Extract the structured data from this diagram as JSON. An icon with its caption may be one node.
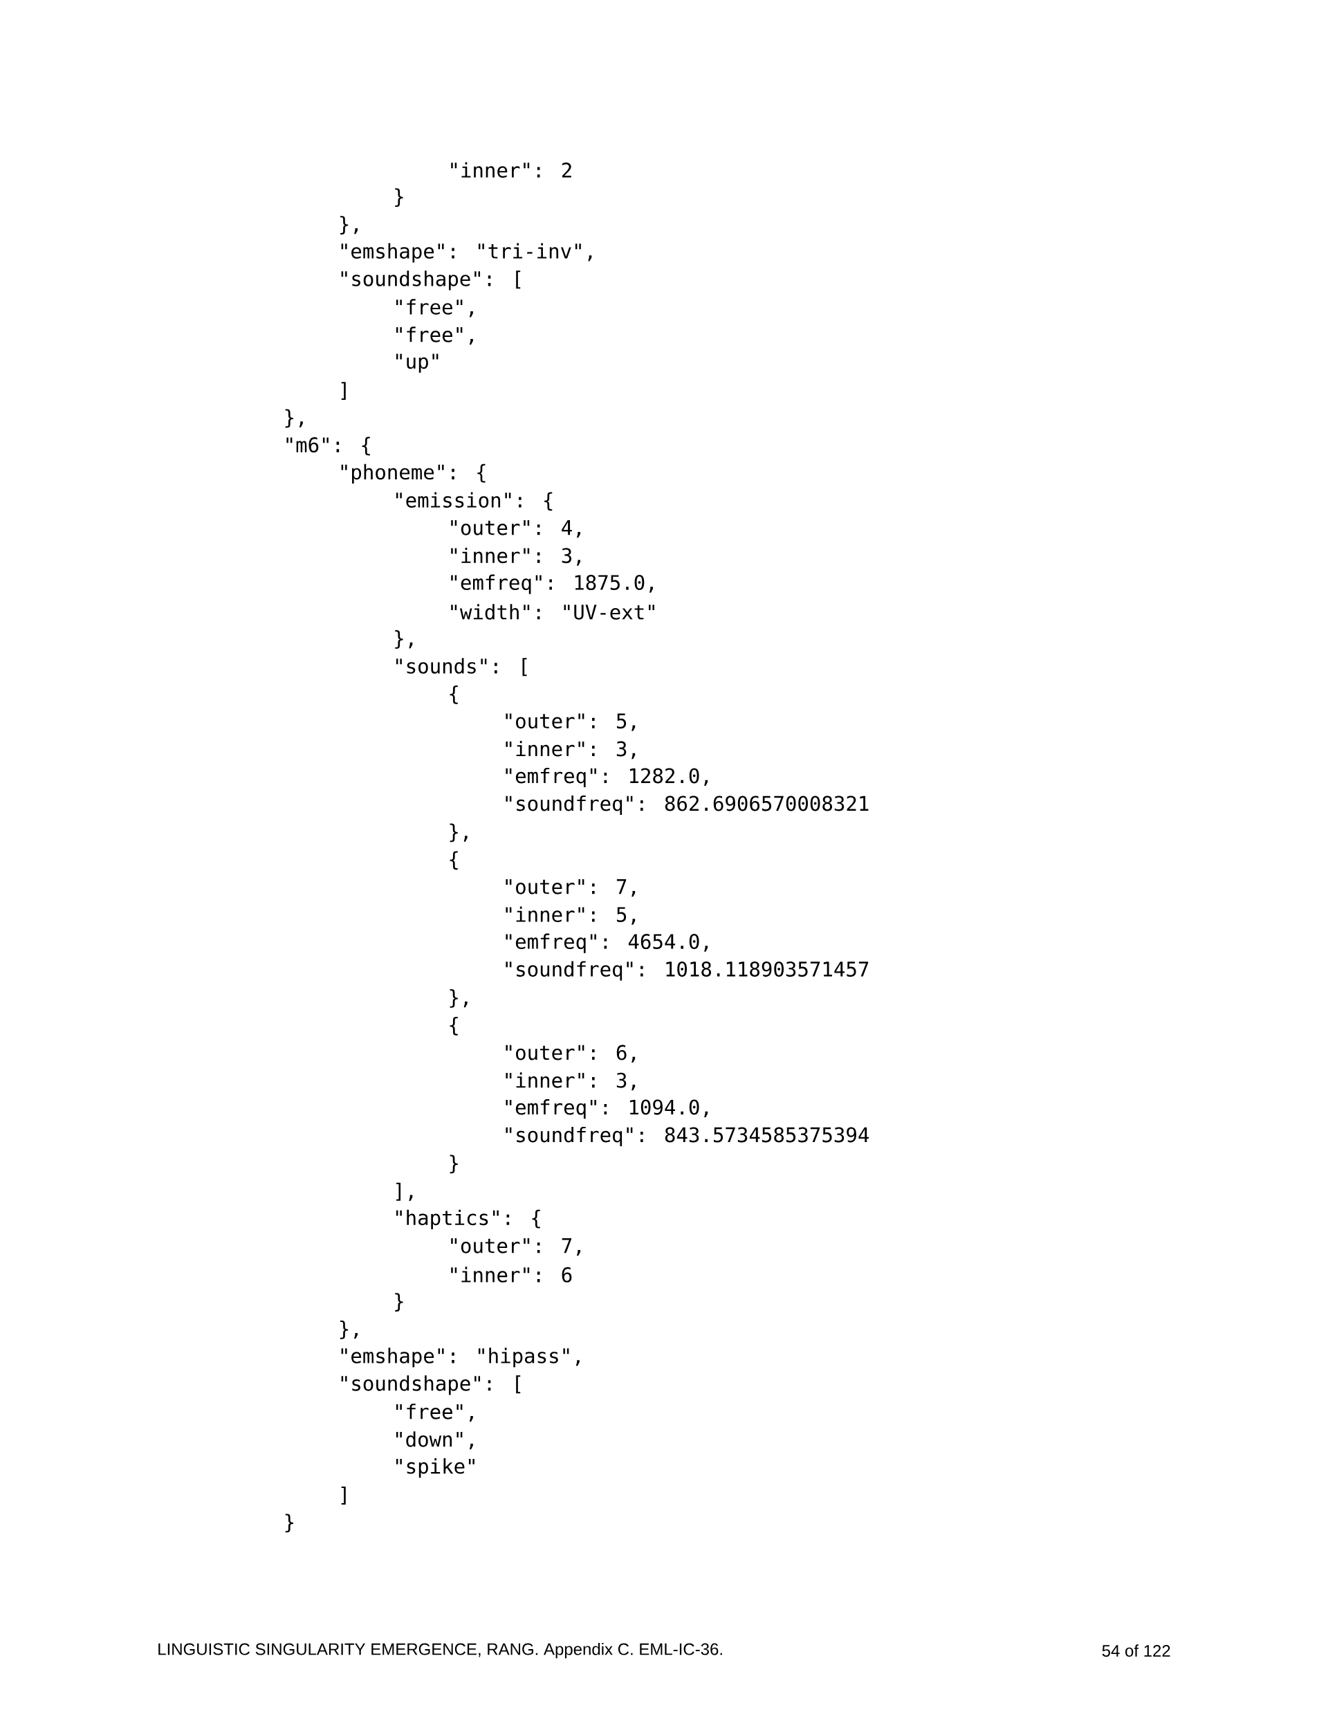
{
  "diagram": {
    "labels": [
      "\"inner\": 2",
      "}",
      "},",
      "\"emshape\": \"tri-inv\",",
      "\"soundshape\": [",
      "\"free\",",
      "\"free\",",
      "\"up\"",
      "]",
      "},",
      "\"m6\": {",
      "\"phoneme\": {",
      "\"emission\": {",
      "\"outer\": 4,",
      "\"inner\": 3,",
      "\"emfreq\": 1875.0,",
      "\"width\": \"UV-ext\"",
      "},",
      "\"sounds\": [",
      "{",
      "\"outer\": 5,",
      "\"inner\": 3,",
      "\"emfreq\": 1282.0,",
      "\"soundfreq\": 862.6906570008321",
      "},",
      "{",
      "\"outer\": 7,",
      "\"inner\": 5,",
      "\"emfreq\": 4654.0,",
      "\"soundfreq\": 1018.118903571457",
      "},",
      "{",
      "\"outer\": 6,",
      "\"inner\": 3,",
      "\"emfreq\": 1094.0,",
      "\"soundfreq\": 843.5734585375394",
      "}",
      "],",
      "\"haptics\": {",
      "\"outer\": 7,",
      "\"inner\": 6",
      "}",
      "},",
      "\"emshape\": \"hipass\",",
      "\"soundshape\": [",
      "\"free\",",
      "\"down\",",
      "\"spike\"",
      "]",
      "}",
      "LINGUISTIC SINGULARITY EMERGENCE, RANG. Appendix C. EML-IC-36.",
      "54 of 122"
    ]
  }
}
